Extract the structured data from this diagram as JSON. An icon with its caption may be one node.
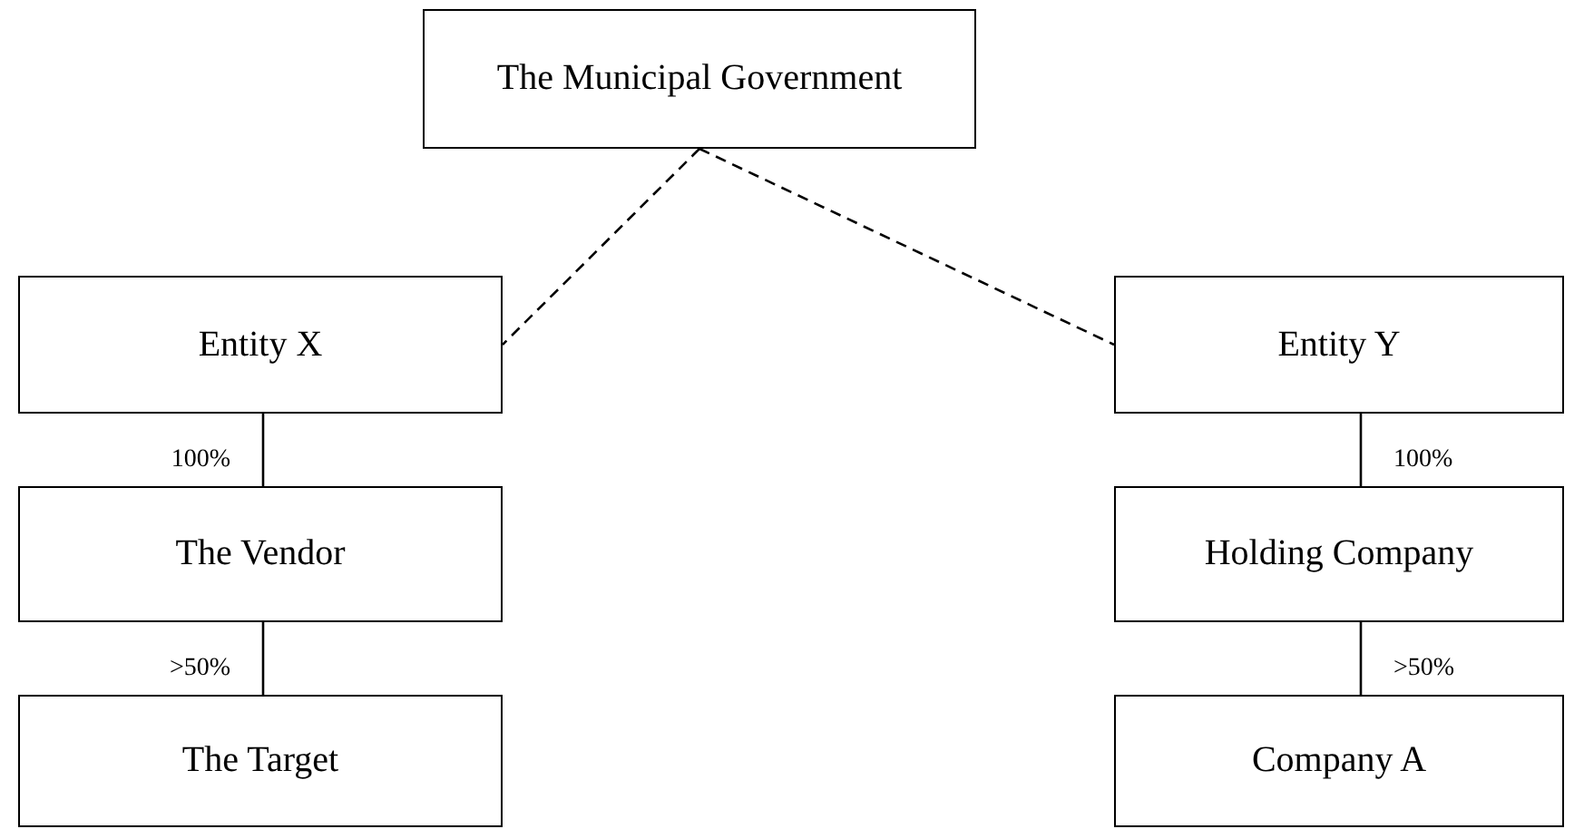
{
  "diagram": {
    "nodes": [
      {
        "text": [
          "The Municipal Government"
        ]
      },
      {
        "text": [
          "Entity X"
        ]
      },
      {
        "text": [
          "Entity Y"
        ]
      },
      {
        "text": [
          "The Vendor"
        ]
      },
      {
        "text": [
          "Holding Company"
        ]
      },
      {
        "text": [
          "The Target"
        ]
      },
      {
        "text": [
          "Company A"
        ]
      }
    ],
    "edges": [
      {
        "from": 0,
        "to": 1,
        "arrow": "none",
        "style": "dashed"
      },
      {
        "from": 0,
        "to": 2,
        "arrow": "none",
        "style": "dashed"
      },
      {
        "from": 1,
        "to": 3,
        "arrow": "none",
        "label": "100%"
      },
      {
        "from": 3,
        "to": 5,
        "arrow": "none",
        "label": ">50%"
      },
      {
        "from": 2,
        "to": 4,
        "arrow": "none",
        "label": "100%"
      },
      {
        "from": 4,
        "to": 6,
        "arrow": "none",
        "label": ">50%"
      }
    ]
  }
}
